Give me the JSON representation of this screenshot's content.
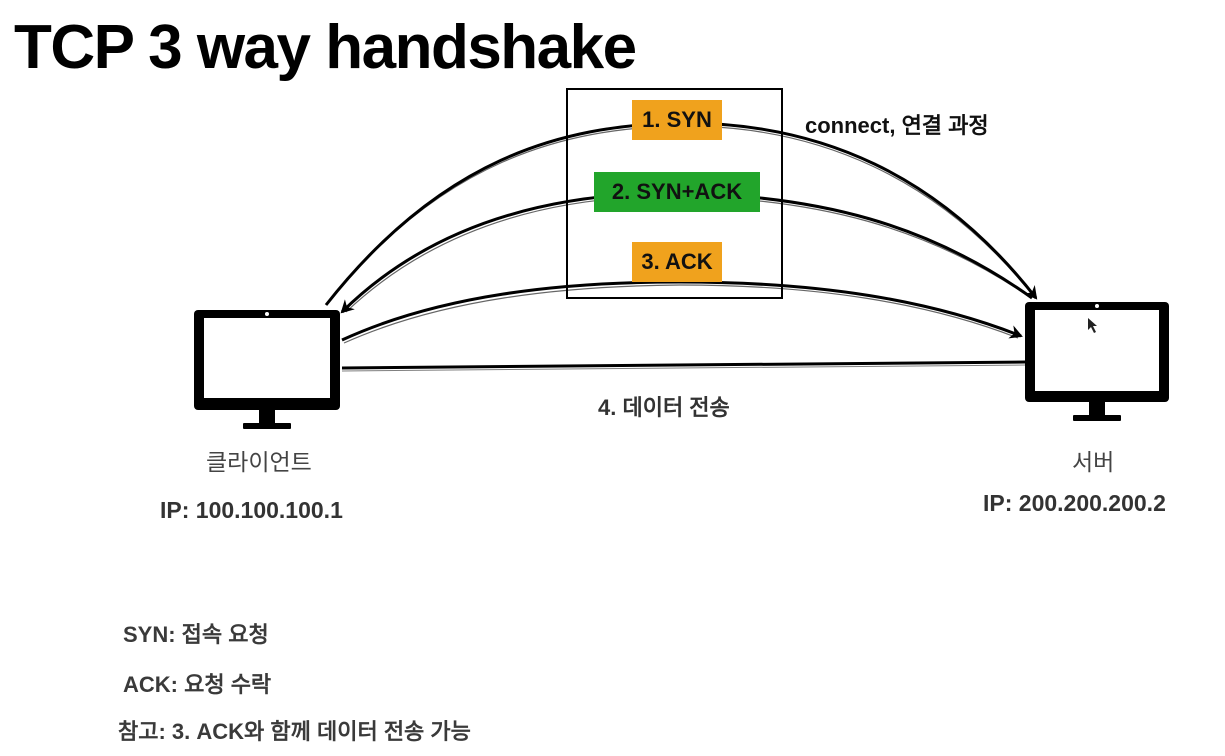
{
  "title": "TCP 3 way handshake",
  "steps": [
    {
      "label": "1. SYN",
      "color": "#f0a21d"
    },
    {
      "label": "2. SYN+ACK",
      "color": "#22a52b"
    },
    {
      "label": "3. ACK",
      "color": "#f0a21d"
    }
  ],
  "connect_note": "connect, 연결 과정",
  "data_transfer": "4. 데이터 전송",
  "client": {
    "label": "클라이언트",
    "ip": "IP: 100.100.100.1"
  },
  "server": {
    "label": "서버",
    "ip": "IP: 200.200.200.2"
  },
  "legend": [
    "SYN: 접속 요청",
    "ACK: 요청 수락",
    "참고: 3. ACK와 함께 데이터 전송 가능"
  ]
}
